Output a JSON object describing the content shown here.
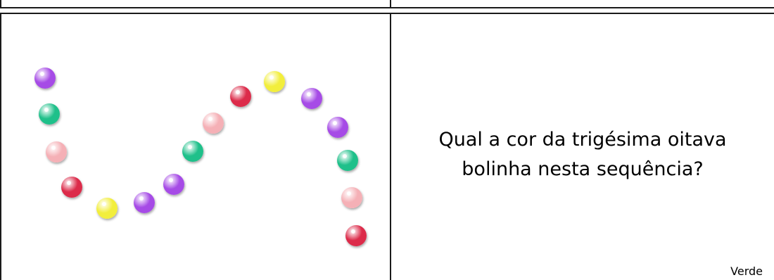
{
  "question": {
    "line1": "Qual a cor da trigésima oitava",
    "line2": "bolinha nesta sequência?"
  },
  "answer": "Verde",
  "colors": {
    "roxo": "#a64be6",
    "verde": "#1fc08a",
    "rosa": "#f5b0b6",
    "vermelho": "#dc2b4a",
    "amarelo": "#f2ee3c"
  },
  "balls": [
    "roxo",
    "verde",
    "rosa",
    "vermelho",
    "amarelo",
    "roxo",
    "roxo",
    "verde",
    "rosa",
    "vermelho",
    "amarelo",
    "roxo",
    "roxo",
    "verde",
    "rosa",
    "vermelho"
  ]
}
